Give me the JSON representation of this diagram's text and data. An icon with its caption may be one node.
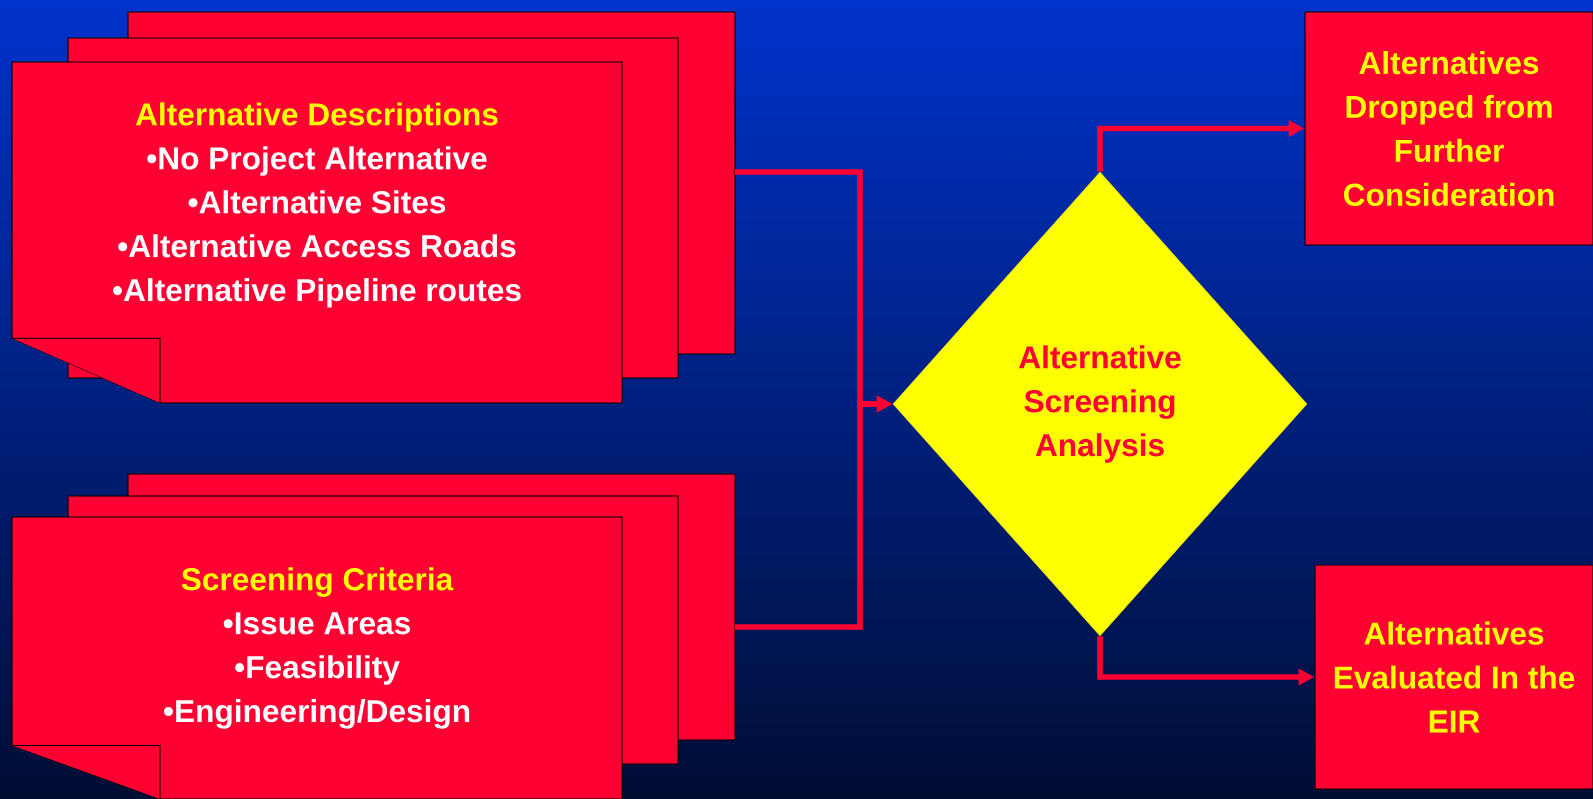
{
  "diagram": {
    "nodes": [
      {
        "text": [
          "Alternative Descriptions",
          "•No Project Alternative",
          "•Alternative Sites",
          "•Alternative Access Roads",
          "•Alternative Pipeline routes"
        ]
      },
      {
        "text": [
          "Screening Criteria",
          "•Issue Areas",
          "•Feasibility",
          "•Engineering/Design"
        ]
      },
      {
        "text": [
          "Alternative Screening Analysis"
        ]
      },
      {
        "text": [
          "Alternatives Dropped from Further Consideration"
        ]
      },
      {
        "text": [
          "Alternatives Evaluated In the EIR"
        ]
      }
    ],
    "edges": [
      {
        "from": 0,
        "to": 2,
        "arrow": "to"
      },
      {
        "from": 1,
        "to": 2,
        "arrow": "to"
      },
      {
        "from": 2,
        "to": 3,
        "arrow": "to"
      },
      {
        "from": 2,
        "to": 4,
        "arrow": "to"
      }
    ]
  }
}
